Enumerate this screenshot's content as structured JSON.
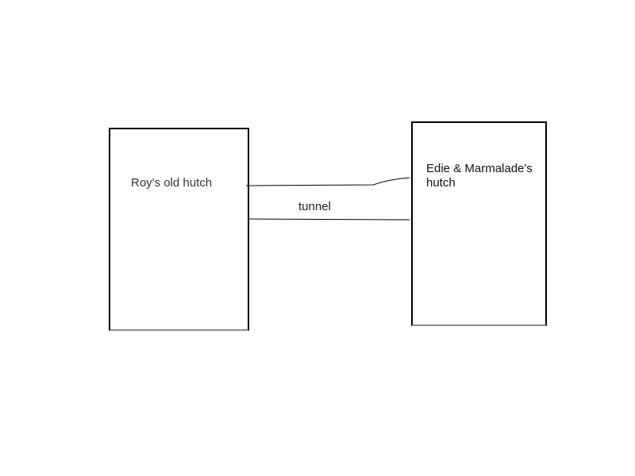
{
  "diagram": {
    "left_hutch_label": "Roy's old hutch",
    "right_hutch_label": "Edie & Marmalade's hutch",
    "tunnel_label": "tunnel"
  },
  "colors": {
    "line": "#000000",
    "background": "#ffffff",
    "bottom_edge": "#8a8a8a"
  }
}
